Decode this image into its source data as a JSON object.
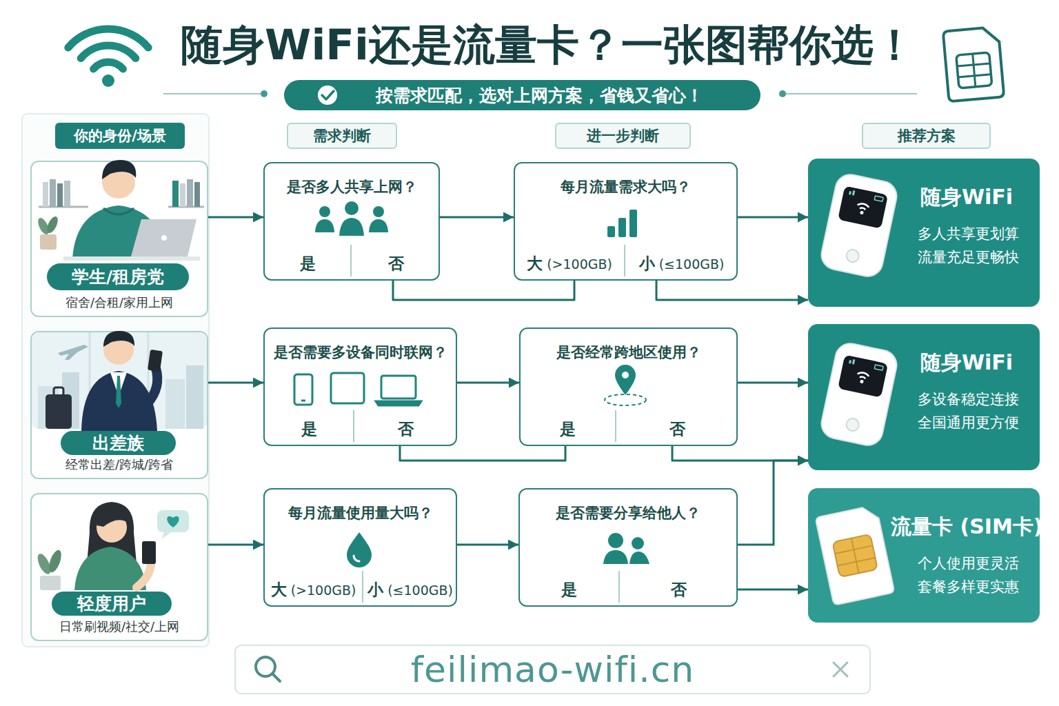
{
  "diagram": {
    "title": "随身WiFi还是流量卡？一张图帮你选！",
    "nodes": [
      {
        "text": [
          "按需求匹配，选对上网方案，省钱又省心！"
        ]
      },
      {
        "text": [
          "你的身份/场景"
        ]
      },
      {
        "text": [
          "需求判断"
        ]
      },
      {
        "text": [
          "进一步判断"
        ]
      },
      {
        "text": [
          "推荐方案"
        ]
      },
      {
        "text": [
          "宿舍/合租/家用上网"
        ]
      },
      {
        "text": [
          "学生/租房党"
        ],
        "in": 5
      },
      {
        "text": [
          "是否多人共享上网？",
          "是",
          "否"
        ]
      },
      {
        "text": [
          "每月流量需求大吗？",
          "大 (>100GB)",
          "小 (≤100GB)"
        ]
      },
      {
        "text": [
          "随身WiFi",
          "多人共享更划算 流量充足更畅快"
        ]
      },
      {
        "text": [
          "经常出差/跨城/跨省"
        ]
      },
      {
        "text": [
          "出差族"
        ],
        "in": 10
      },
      {
        "text": [
          "是否需要多设备同时联网？",
          "是",
          "否"
        ]
      },
      {
        "text": [
          "是否经常跨地区使用？",
          "是",
          "否"
        ]
      },
      {
        "text": [
          "随身WiFi",
          "多设备稳定连接 全国通用更方便"
        ]
      },
      {
        "text": [
          "日常刷视频/社交/上网"
        ]
      },
      {
        "text": [
          "轻度用户"
        ],
        "in": 15
      },
      {
        "text": [
          "每月流量使用量大吗？",
          "大 (>100GB)",
          "小 (≤100GB)"
        ]
      },
      {
        "text": [
          "是否需要分享给他人？",
          "是",
          "否"
        ]
      },
      {
        "text": [
          "流量卡 (SIM卡)",
          "个人使用更灵活 套餐多样更实惠"
        ]
      },
      {
        "text": [
          "feilimao-wifi.cn"
        ]
      }
    ],
    "edges": [
      {
        "from": 5,
        "to": 7,
        "arrow": "to"
      },
      {
        "from": 7,
        "to": 8,
        "arrow": "to"
      },
      {
        "from": 8,
        "to": 9,
        "arrow": "to"
      },
      {
        "from": 7,
        "to": 8,
        "arrow": "none"
      },
      {
        "from": 8,
        "to": 9,
        "arrow": "to"
      },
      {
        "from": 10,
        "to": 12,
        "arrow": "to"
      },
      {
        "from": 12,
        "to": 13,
        "arrow": "to"
      },
      {
        "from": 13,
        "to": 14,
        "arrow": "to"
      },
      {
        "from": 12,
        "to": 13,
        "arrow": "none"
      },
      {
        "from": 13,
        "to": 14,
        "arrow": "to"
      },
      {
        "from": 15,
        "to": 17,
        "arrow": "to"
      },
      {
        "from": 17,
        "to": 18,
        "arrow": "to"
      },
      {
        "from": 18,
        "to": 14,
        "arrow": "to"
      },
      {
        "from": 18,
        "to": 19,
        "arrow": "to"
      }
    ]
  }
}
